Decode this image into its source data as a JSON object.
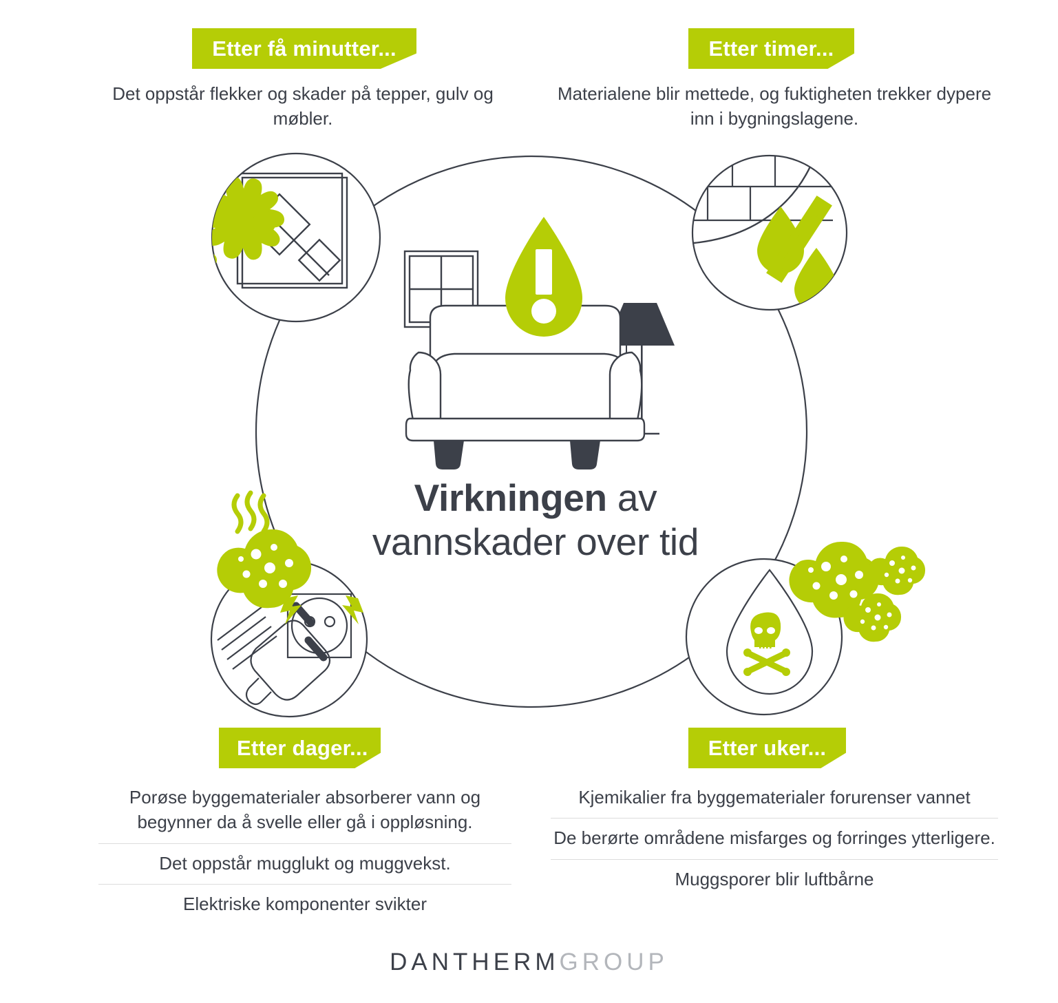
{
  "theme": {
    "green": "#b5cd06",
    "dark": "#3c4049",
    "divider": "#dcdcdc",
    "logo_light": "#b3b6bb"
  },
  "center": {
    "title_strong": "Virkningen",
    "title_rest": " av",
    "title_line2": "vannskader over tid"
  },
  "quadrants": {
    "top_left": {
      "badge": "Etter få minutter...",
      "lines": [
        "Det oppstår flekker og skader på tepper, gulv og møbler."
      ],
      "icon": "carpet-stain-icon"
    },
    "top_right": {
      "badge": "Etter timer...",
      "lines": [
        "Materialene blir mettede, og fuktigheten trekker dypere inn i bygningslagene."
      ],
      "icon": "wet-brick-wall-humidity-icon"
    },
    "bottom_left": {
      "badge": "Etter dager...",
      "lines": [
        "Porøse byggematerialer absorberer vann og begynner da å svelle eller gå i oppløsning.",
        "Det oppstår mugglukt og muggvekst.",
        "Elektriske komponenter svikter"
      ],
      "icon": "electric-socket-mold-icon"
    },
    "bottom_right": {
      "badge": "Etter uker...",
      "lines": [
        "Kjemikalier fra byggematerialer forurenser vannet",
        "De berørte områdene misfarges og forringes ytterligere.",
        "Muggsporer blir luftbårne"
      ],
      "icon": "toxic-droplet-mold-spores-icon"
    }
  },
  "footer": {
    "logo_dark": "DANTHERM",
    "logo_light": "GROUP"
  }
}
